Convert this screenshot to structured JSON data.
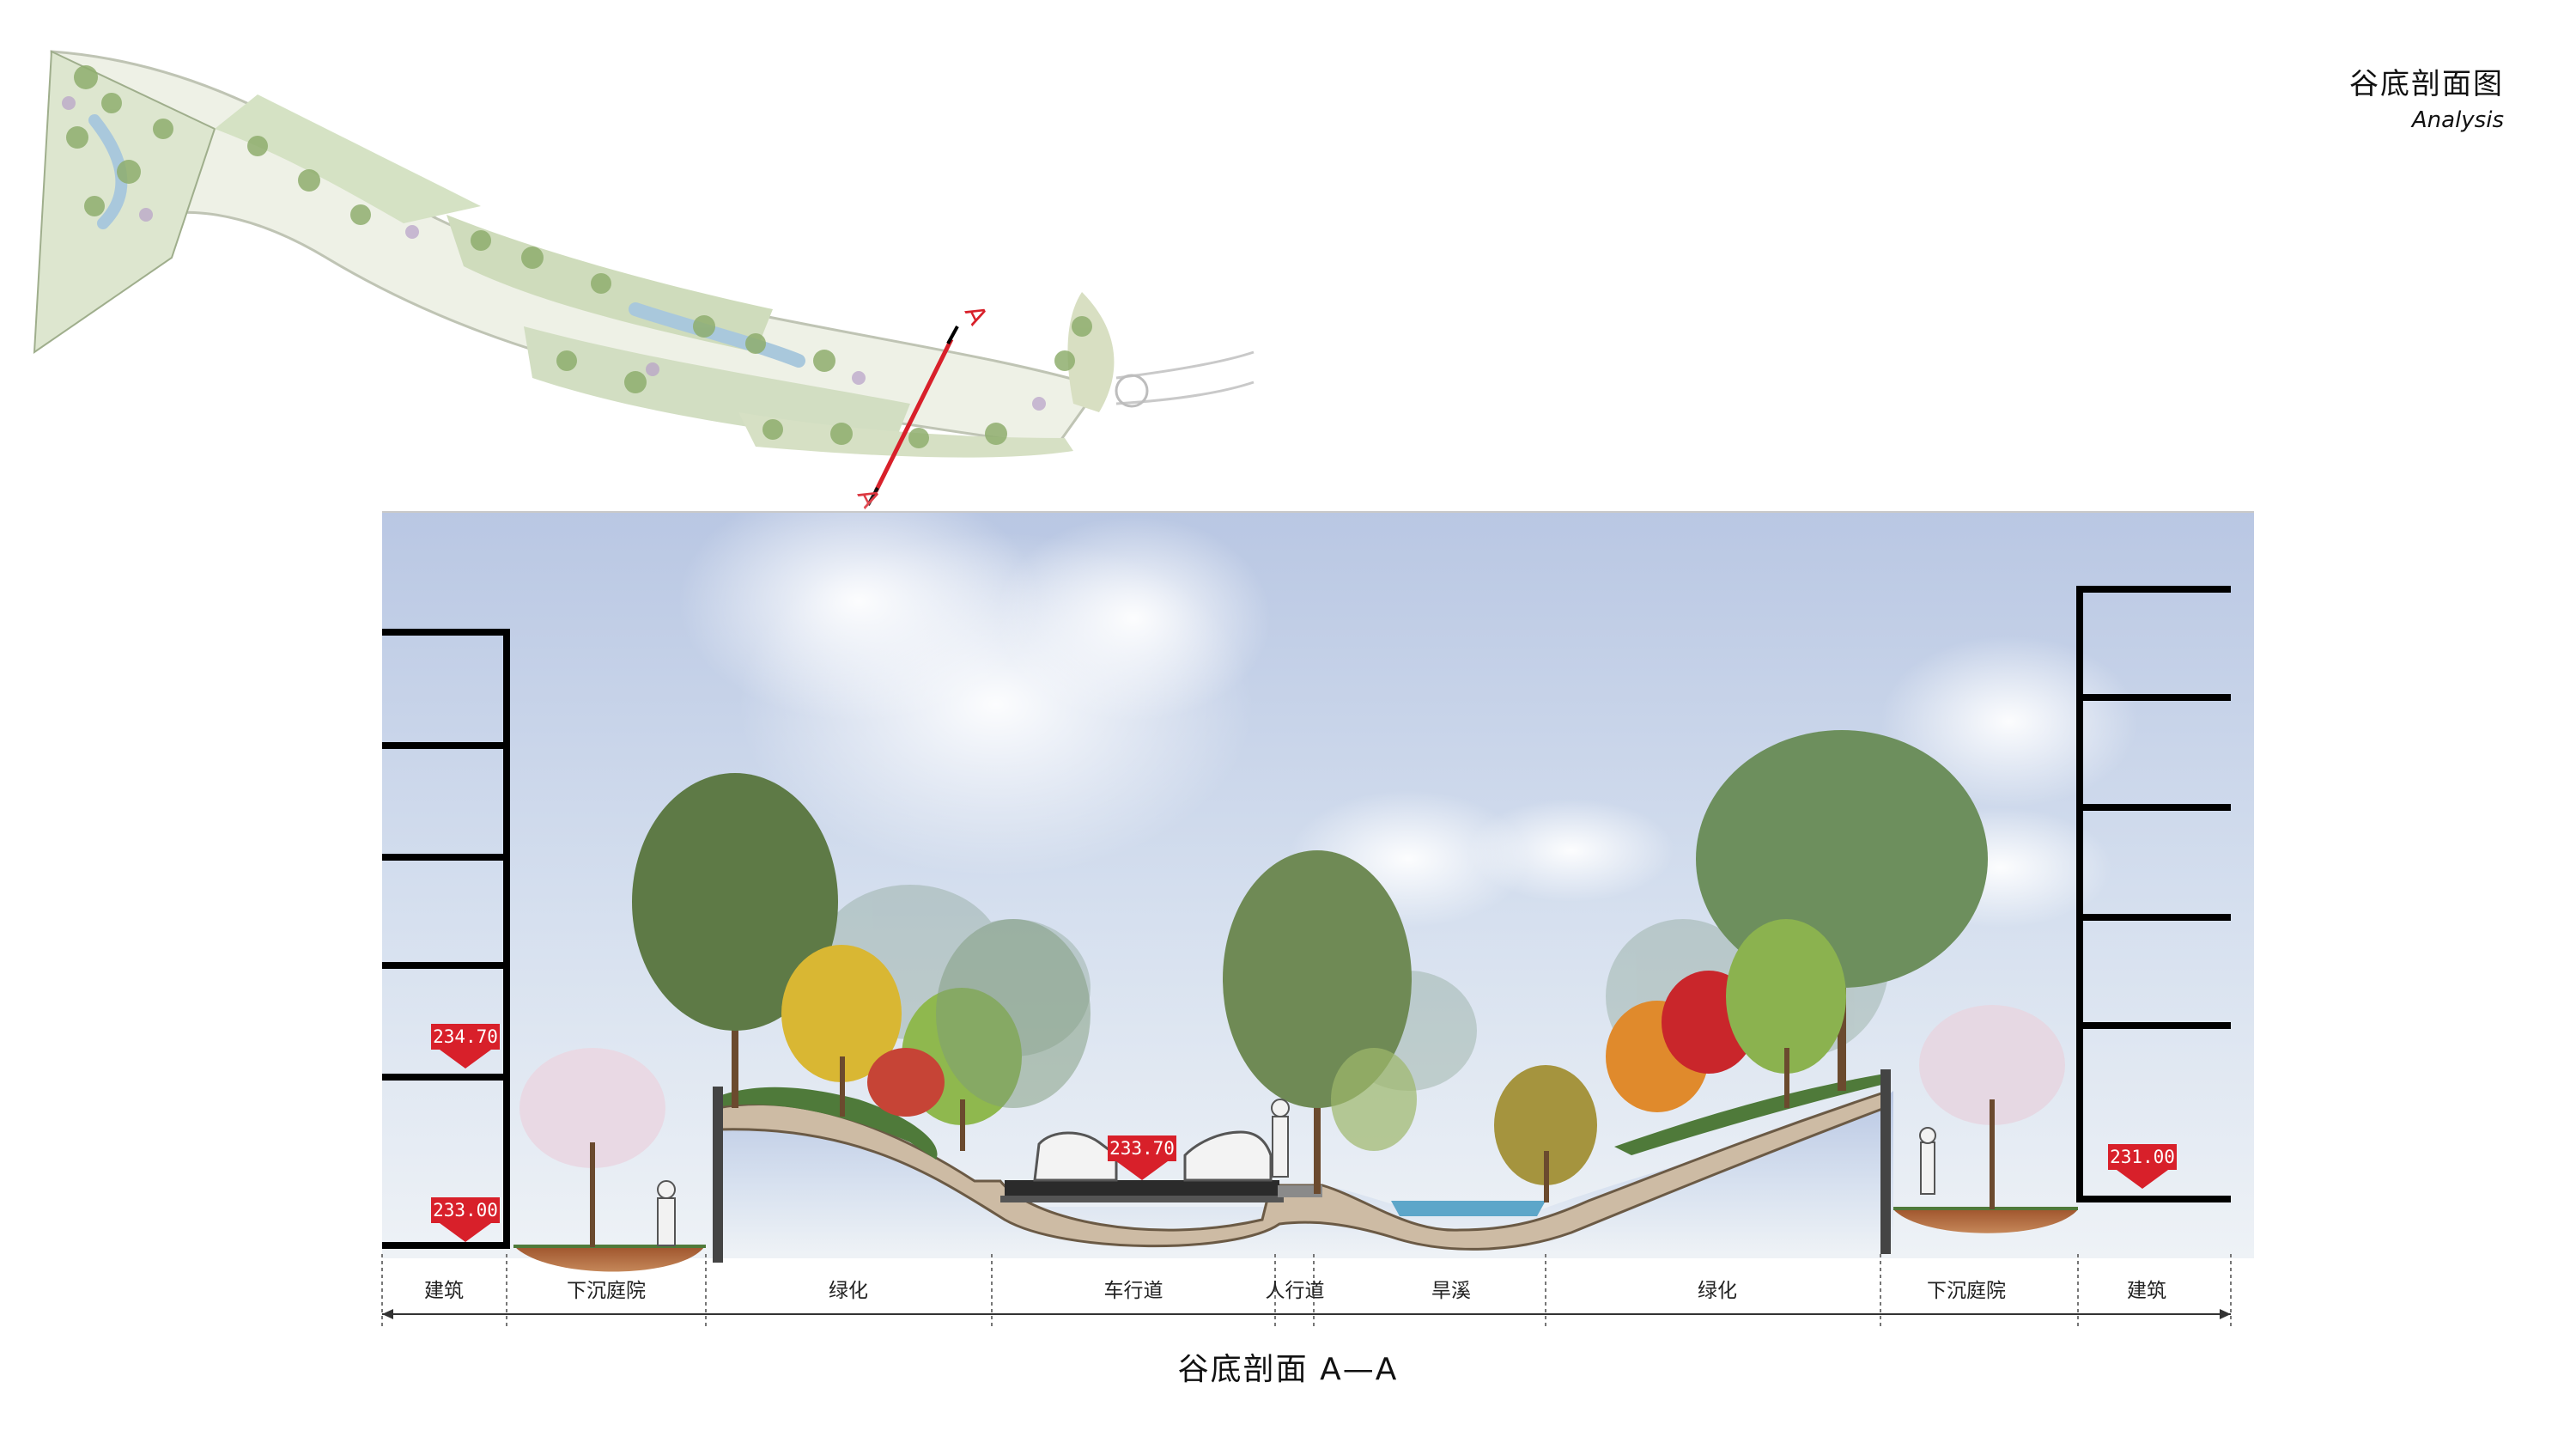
{
  "header": {
    "title": "谷底剖面图",
    "subtitle": "Analysis"
  },
  "section_caption": "谷底剖面 A—A",
  "cut_marker": {
    "top_label": "A",
    "bottom_label": "A"
  },
  "elevations": [
    "234.70",
    "233.00",
    "233.70",
    "231.00"
  ],
  "segments": [
    "建筑",
    "下沉庭院",
    "绿化",
    "车行道",
    "人行道",
    "旱溪",
    "绿化",
    "下沉庭院",
    "建筑"
  ],
  "colors": {
    "accent_red": "#d8202a",
    "sky": "#c9d6ea",
    "ground": "#cdbba4",
    "water": "#5da6c9",
    "building_line": "#000000"
  }
}
